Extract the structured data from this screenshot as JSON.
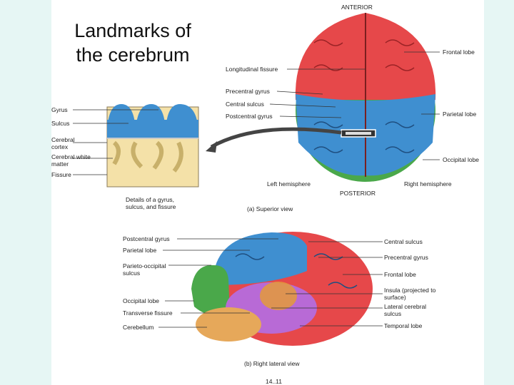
{
  "title": "Landmarks of the cerebrum",
  "superior": {
    "anterior": "ANTERIOR",
    "posterior": "POSTERIOR",
    "caption": "(a) Superior view",
    "left_hemisphere": "Left hemisphere",
    "right_hemisphere": "Right hemisphere",
    "labels_mid": [
      "Longitudinal fissure",
      "Precentral gyrus",
      "Central sulcus",
      "Postcentral gyrus"
    ],
    "labels_right": [
      "Frontal lobe",
      "Parietal lobe",
      "Occipital lobe"
    ]
  },
  "detail": {
    "labels": [
      "Gyrus",
      "Sulcus",
      "Cerebral cortex",
      "Cerebral white matter",
      "Fissure"
    ],
    "caption": "Details of a gyrus, sulcus, and fissure"
  },
  "lateral": {
    "caption": "(b) Right lateral view",
    "labels_left": [
      "Postcentral gyrus",
      "Parietal lobe",
      "Parieto-occipital sulcus",
      "Occipital lobe",
      "Transverse fissure",
      "Cerebellum"
    ],
    "labels_right": [
      "Central sulcus",
      "Precentral gyrus",
      "Frontal lobe",
      "Insula (projected to surface)",
      "Lateral cerebral sulcus",
      "Temporal lobe"
    ]
  },
  "figure_number": "14..11",
  "colors": {
    "frontal": "#e6484a",
    "parietal": "#3f8fd0",
    "occipital": "#4aa84a",
    "temporal": "#b86ad6",
    "insula": "#e39a3a",
    "cerebellum": "#e6a85a",
    "white_matter": "#f4e1a8",
    "background": "#e6f6f4"
  }
}
